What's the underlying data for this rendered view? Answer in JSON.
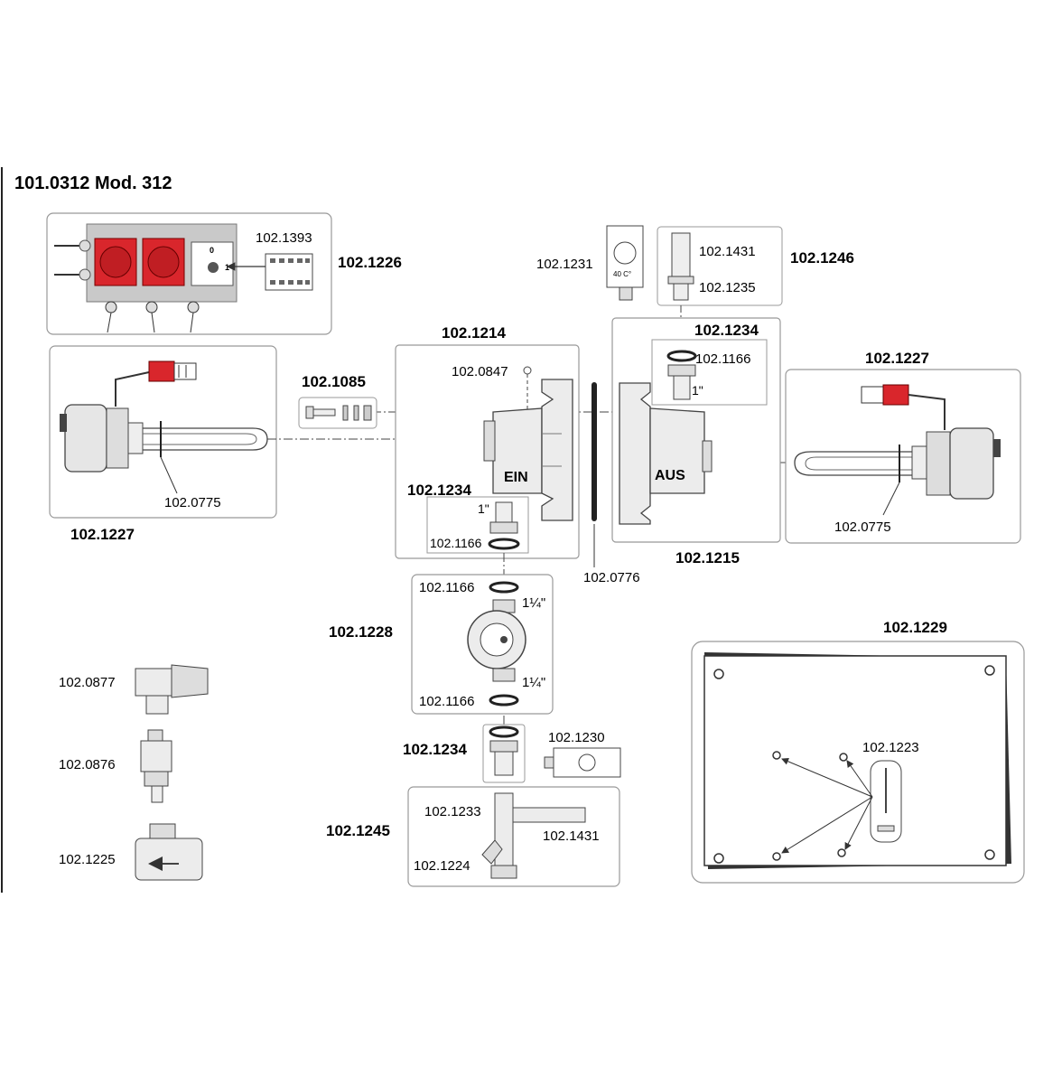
{
  "title": "101.0312 Mod. 312",
  "colors": {
    "red": "#d9262c",
    "line": "#444444",
    "panel": "#c9c9c9",
    "frame": "#e8e8e8"
  },
  "parts": {
    "p1226": "102.1226",
    "p1393": "102.1393",
    "p1227_left": "102.1227",
    "p1227_right": "102.1227",
    "p0775_left": "102.0775",
    "p0775_right": "102.0775",
    "p1085": "102.1085",
    "p1214": "102.1214",
    "p0847": "102.0847",
    "p1234_a": "102.1234",
    "p1234_b": "102.1234",
    "p1234_c": "102.1234",
    "p1166_a": "102.1166",
    "p1166_b": "102.1166",
    "p1166_c": "102.1166",
    "p1166_d": "102.1166",
    "p1231": "102.1231",
    "p1431_a": "102.1431",
    "p1431_b": "102.1431",
    "p1235": "102.1235",
    "p1246": "102.1246",
    "p1215": "102.1215",
    "p0776": "102.0776",
    "p1228": "102.1228",
    "p1229": "102.1229",
    "p1223": "102.1223",
    "p0877": "102.0877",
    "p0876": "102.0876",
    "p1225": "102.1225",
    "p1230": "102.1230",
    "p1245": "102.1245",
    "p1233": "102.1233",
    "p1224": "102.1224"
  },
  "labels": {
    "ein": "EIN",
    "aus": "AUS",
    "inch_1_a": "1\"",
    "inch_1_b": "1\"",
    "inch_114_a": "1¼\"",
    "inch_114_b": "1¼\"",
    "switch_0": "0",
    "switch_1": "1",
    "thermo_temp": "40 C°"
  }
}
